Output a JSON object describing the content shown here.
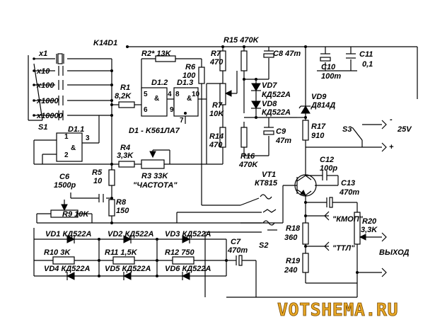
{
  "title": "K14D1",
  "labels": {
    "x1": "x1",
    "x10": "x10",
    "x100": "x100",
    "x1000": "x1000",
    "x10000": "x10000",
    "s1": "S1",
    "d11": "D1.1",
    "d12": "D1.2",
    "d13": "D1.3",
    "d1_type": "D1 - K561ЛА7",
    "r1": "R1",
    "r1v": "8,2K",
    "r2": "R2* 13K",
    "r4": "R4",
    "r4v": "3,3K",
    "r3": "R3 33K",
    "r3_name": "\"ЧАСТОТА\"",
    "r5": "R5",
    "r5v": "10",
    "r6": "R6",
    "r6v": "100",
    "r7a": "R7",
    "r7av": "470",
    "r7b": "R7",
    "r7bv": "10K",
    "r8": "R8",
    "r8v": "150",
    "r9": "R9 10K",
    "r10": "R10 3K",
    "r11": "R11 1,5K",
    "r12": "R12 750",
    "r14": "R14",
    "r14v": "470",
    "r15": "R15 470K",
    "r16": "R16",
    "r16v": "470K",
    "r17": "R17",
    "r17v": "910",
    "r18": "R18",
    "r18v": "360",
    "r19": "R19",
    "r19v": "240",
    "r20": "R20",
    "r20v": "3,3K",
    "c6": "C6",
    "c6v": "1500p",
    "c7": "C7",
    "c7v": "470m",
    "c8": "C8 47m",
    "c9": "C9",
    "c9v": "47m",
    "c10": "C10",
    "c10v": "100m",
    "c11": "C11",
    "c11v": "0,1",
    "c12": "C12",
    "c12v": "100p",
    "c13": "C13",
    "c13v": "470m",
    "vd1": "VD1 КД522А",
    "vd2": "VD2 КД522А",
    "vd3": "VD3 КД522А",
    "vd4": "VD4 КД522А",
    "vd5": "VD5 КД522А",
    "vd6": "VD6 КД522А",
    "vd7": "VD7",
    "vd7v": "КД522А",
    "vd8": "VD8",
    "vd8v": "КД522А",
    "vd9": "VD9",
    "vd9v": "Д814Д",
    "vt1": "VT1",
    "vt1v": "КТ815",
    "s2": "S2",
    "s3": "S3",
    "v25": "25V",
    "kmop": "\"КМОП\"",
    "ttl": "\"ТТЛ\"",
    "out": "ВЫХОД",
    "p1": "1",
    "p2": "2",
    "p3": "3",
    "p4": "4",
    "p5": "5",
    "p6": "6",
    "p7": "7",
    "p8": "8",
    "p9": "9",
    "p10": "10",
    "d12_sym": "&",
    "d13_sym": "&",
    "d11_sym": "&",
    "plus": "+",
    "minus": "-"
  },
  "watermark": "VOTSHEMA.RU"
}
